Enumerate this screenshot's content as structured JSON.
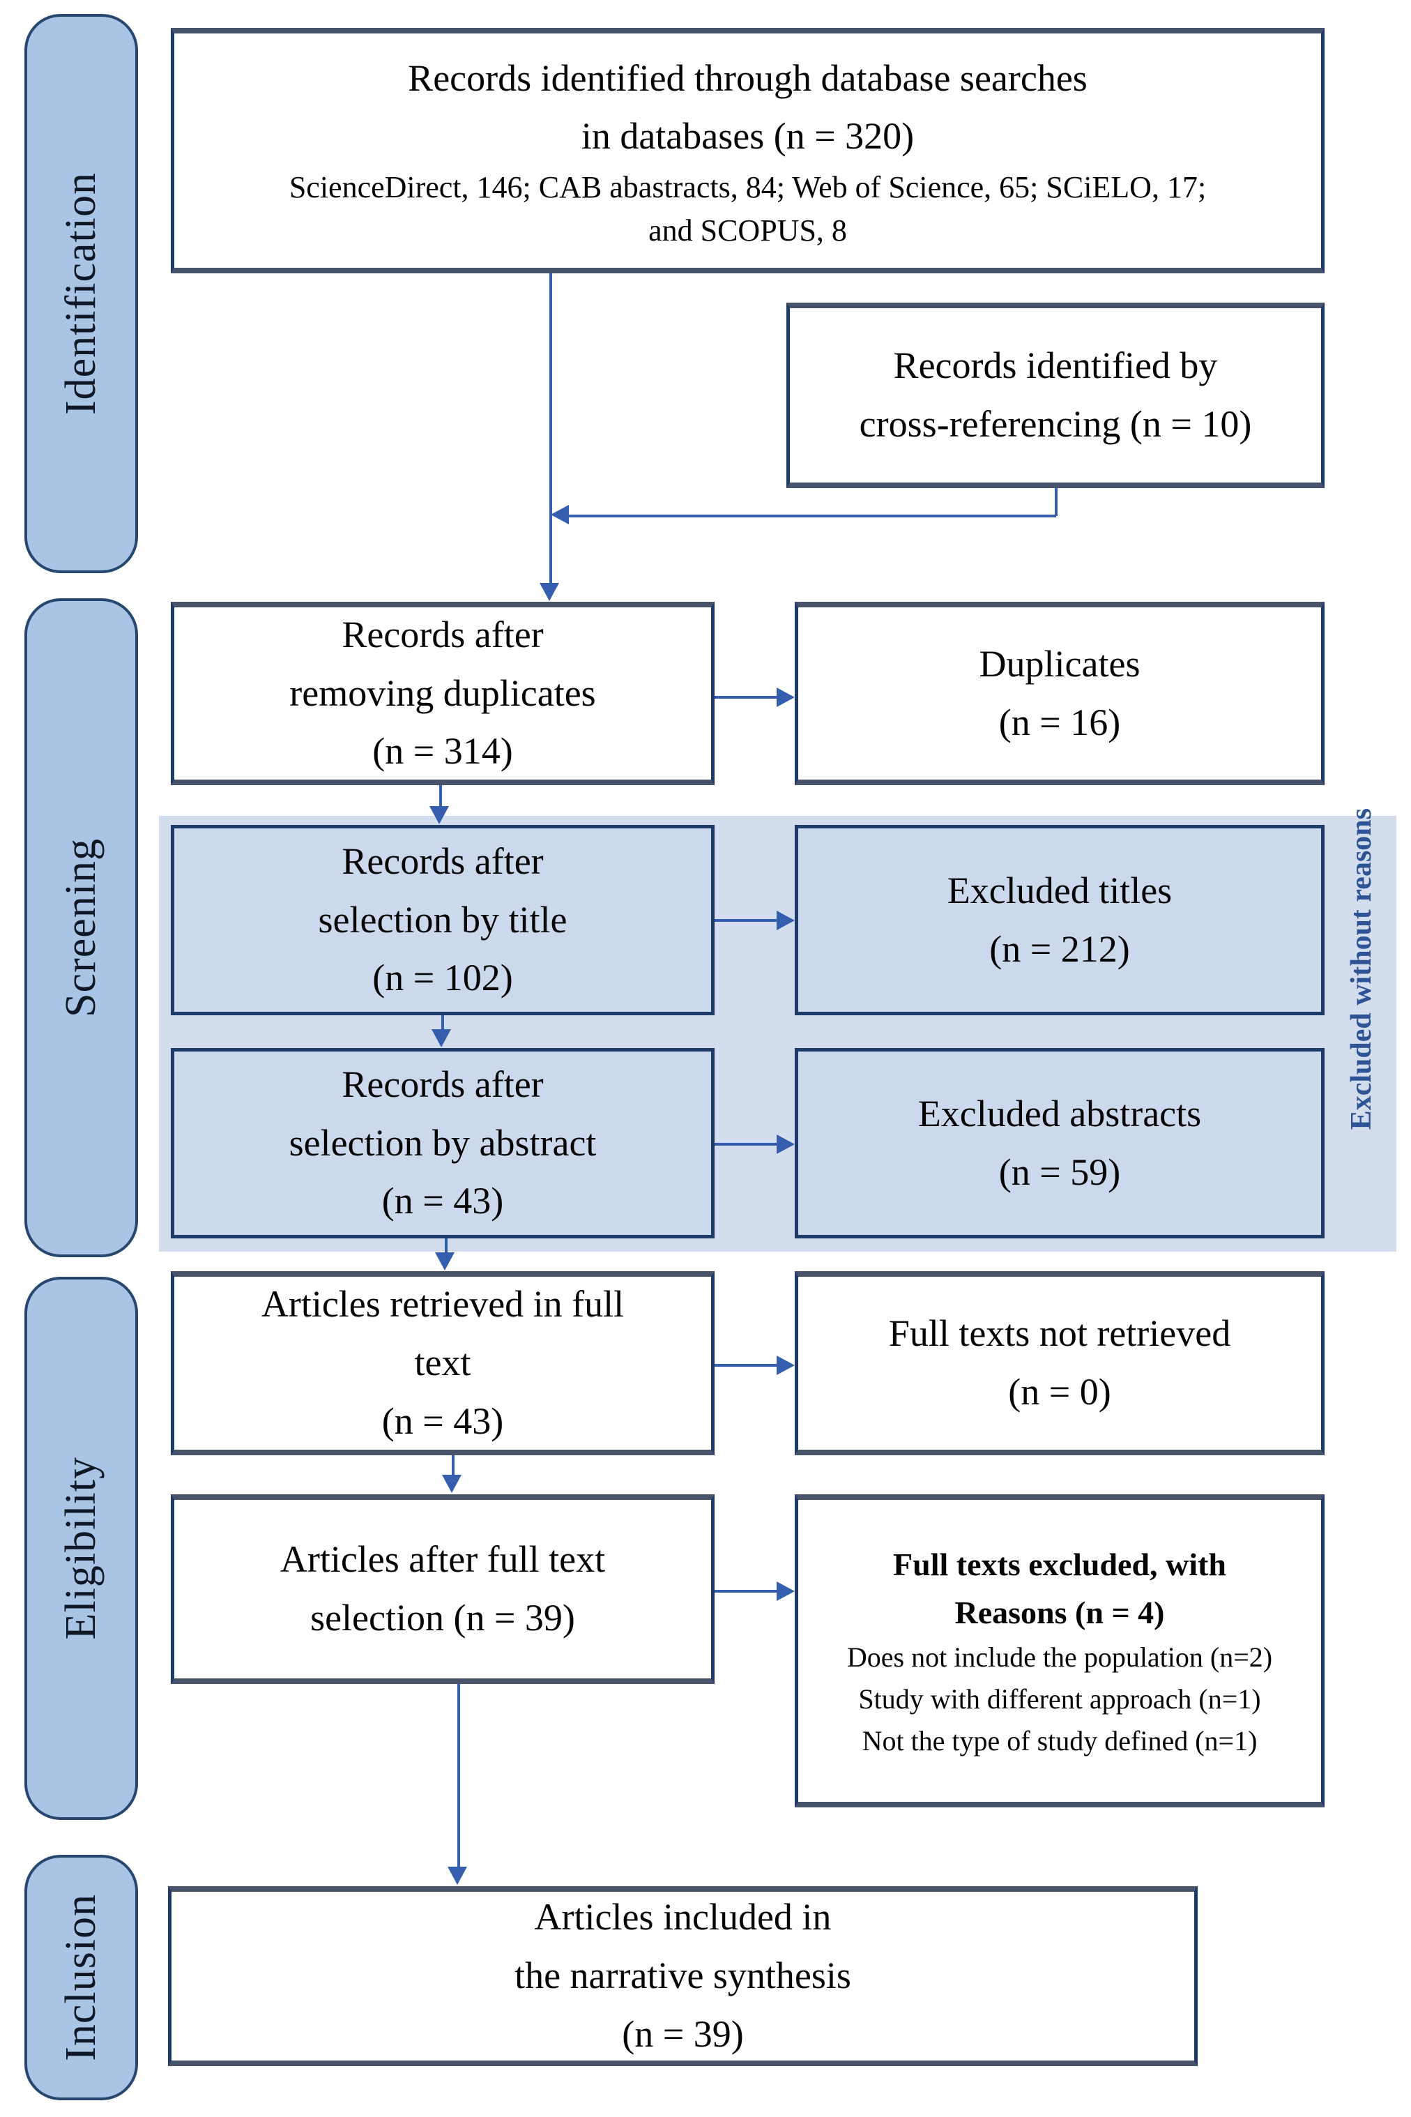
{
  "colors": {
    "box_border": "#1e3a68",
    "box_border_top": "#47536b",
    "stage_fill": "#a9c4e4",
    "band_fill": "#d3ddee",
    "shaded_box_fill": "#ccd9ed",
    "arrow": "#355fae",
    "side_note_text": "#2e5496"
  },
  "stages": [
    {
      "label": "Identification"
    },
    {
      "label": "Screening"
    },
    {
      "label": "Eligibility"
    },
    {
      "label": "Inclusion"
    }
  ],
  "side_note": "Excluded without reasons",
  "boxes": {
    "identified": {
      "lines": [
        "Records identified through database searches",
        "in databases (n = 320)"
      ],
      "detail_lines": [
        "ScienceDirect, 146; CAB abastracts, 84; Web of Science, 65; SCiELO, 17;",
        "and SCOPUS, 8"
      ]
    },
    "crossref": {
      "lines": [
        "Records identified by",
        "cross-referencing (n = 10)"
      ]
    },
    "after_duplicates": {
      "lines": [
        "Records after",
        "removing duplicates",
        "(n = 314)"
      ]
    },
    "duplicates": {
      "lines": [
        "Duplicates",
        "(n = 16)"
      ]
    },
    "title_selection": {
      "lines": [
        "Records after",
        "selection by title",
        "(n = 102)"
      ]
    },
    "excluded_titles": {
      "lines": [
        "Excluded titles",
        "(n = 212)"
      ]
    },
    "abstract_selection": {
      "lines": [
        "Records after",
        "selection by abstract",
        "(n = 43)"
      ]
    },
    "excluded_abstracts": {
      "lines": [
        "Excluded abstracts",
        "(n = 59)"
      ]
    },
    "full_text_retrieved": {
      "lines": [
        "Articles retrieved in full",
        "text",
        "(n = 43)"
      ]
    },
    "not_retrieved": {
      "lines": [
        "Full texts not retrieved",
        "(n = 0)"
      ]
    },
    "full_text_selection": {
      "lines": [
        "Articles after full text",
        "selection (n = 39)"
      ]
    },
    "excluded_reasons": {
      "header_lines": [
        "Full texts excluded, with",
        "Reasons (n = 4)"
      ],
      "reasons": [
        "Does not include the population (n=2)",
        "Study with different approach (n=1)",
        "Not the type of study defined (n=1)"
      ]
    },
    "included": {
      "lines": [
        "Articles included in",
        "the narrative synthesis",
        "(n = 39)"
      ]
    }
  }
}
